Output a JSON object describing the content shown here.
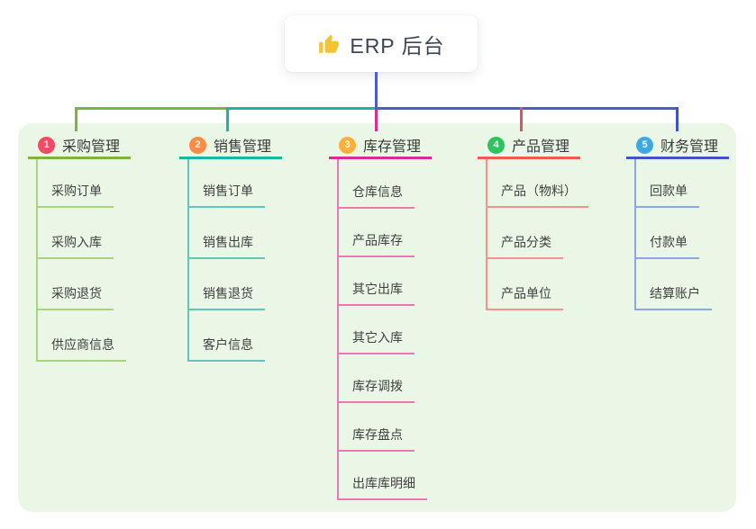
{
  "root": {
    "title": "ERP 后台",
    "icon": "thumbs-up-icon",
    "icon_color": "#f2c335"
  },
  "canvas": {
    "panel_color": "#eaf7e6",
    "background": "#ffffff"
  },
  "connector": {
    "stem_color": "#4c5ec4",
    "segments": [
      "#7cb342",
      "#1db4a4",
      "#4c5ec4"
    ],
    "drops": [
      "#7cb342",
      "#1db4a4",
      "#d62e92",
      "#f04a63",
      "#4254c5"
    ]
  },
  "branches": [
    {
      "num": "1",
      "label": "采购管理",
      "badge_color": "#f24a63",
      "accent": "#7cb342",
      "light": "#a9d37e",
      "children": [
        "采购订单",
        "采购入库",
        "采购退货",
        "供应商信息"
      ]
    },
    {
      "num": "2",
      "label": "销售管理",
      "badge_color": "#fb8c44",
      "accent": "#1db4a4",
      "light": "#63c5ba",
      "children": [
        "销售订单",
        "销售出库",
        "销售退货",
        "客户信息"
      ]
    },
    {
      "num": "3",
      "label": "库存管理",
      "badge_color": "#ffb03c",
      "accent": "#d62e92",
      "light": "#ee76b4",
      "children": [
        "仓库信息",
        "产品库存",
        "其它出库",
        "其它入库",
        "库存调拨",
        "库存盘点",
        "出库库明细"
      ]
    },
    {
      "num": "4",
      "label": "产品管理",
      "badge_color": "#2fc25e",
      "accent": "#f25a50",
      "light": "#f4938d",
      "children": [
        "产品（物料）",
        "产品分类",
        "产品单位"
      ]
    },
    {
      "num": "5",
      "label": "财务管理",
      "badge_color": "#3ea8e3",
      "accent": "#4254c5",
      "light": "#8da5e0",
      "children": [
        "回款单",
        "付款单",
        "结算账户"
      ]
    }
  ]
}
